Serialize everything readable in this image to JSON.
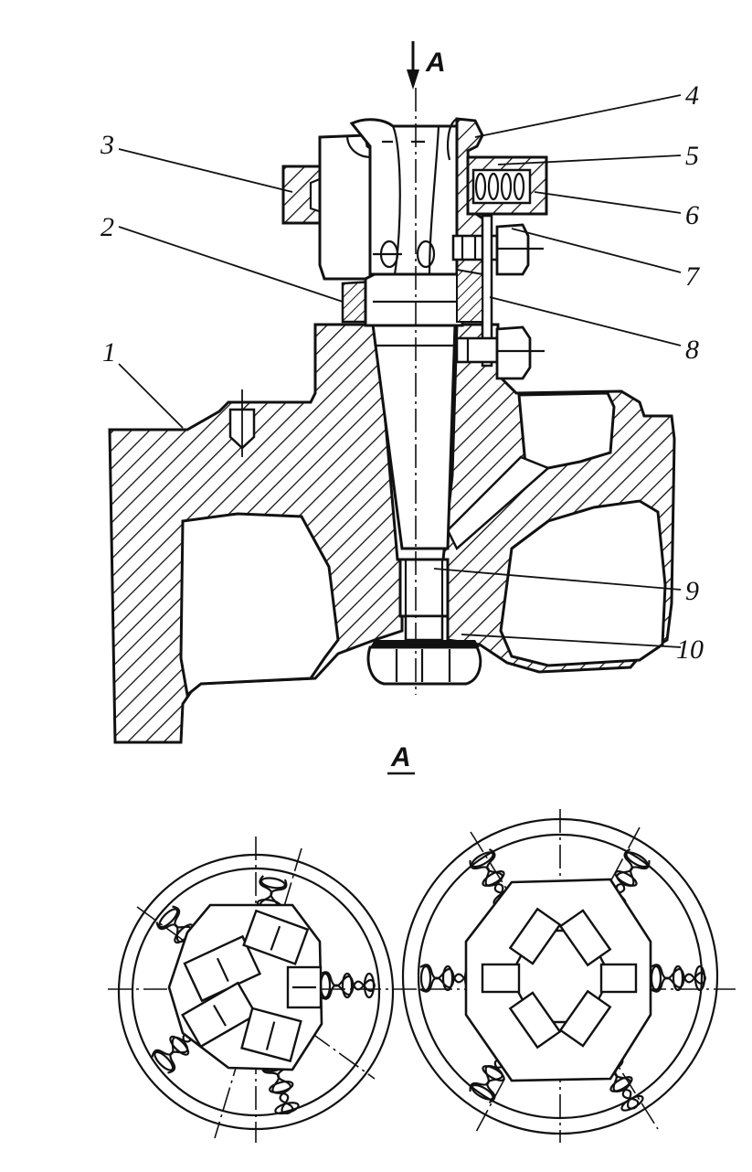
{
  "figure": {
    "view_arrow_label": "A",
    "view_title": "A",
    "callouts": [
      "1",
      "2",
      "3",
      "4",
      "5",
      "6",
      "7",
      "8",
      "9",
      "10"
    ]
  }
}
